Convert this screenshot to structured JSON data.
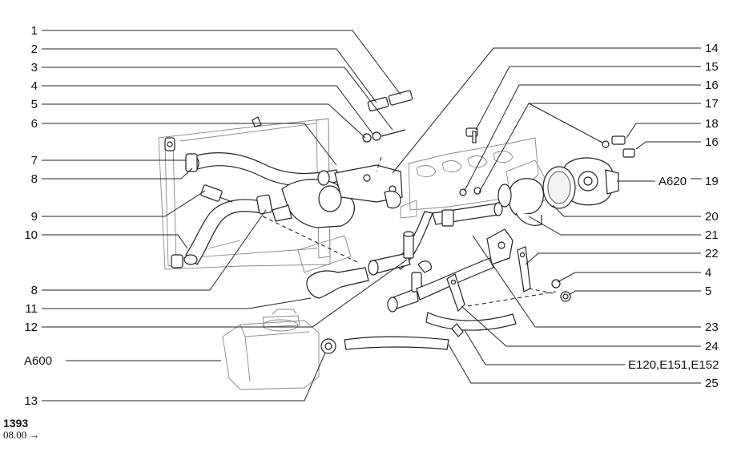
{
  "callouts": {
    "n1": "1",
    "n2": "2",
    "n3": "3",
    "n4": "4",
    "n5": "5",
    "n6": "6",
    "n7": "7",
    "n8": "8",
    "n9": "9",
    "n10": "10",
    "n11": "11",
    "n12": "12",
    "n13": "13",
    "n14": "14",
    "n15": "15",
    "n16": "16",
    "n17": "17",
    "n18": "18",
    "n19": "19",
    "n20": "20",
    "n21": "21",
    "n22": "22",
    "n23": "23",
    "n24": "24",
    "n25": "25",
    "a600": "A600",
    "a620": "A620",
    "e120": "E120,E151,E152"
  },
  "footer": {
    "page_number": "1393",
    "validity": "08.00 →"
  }
}
